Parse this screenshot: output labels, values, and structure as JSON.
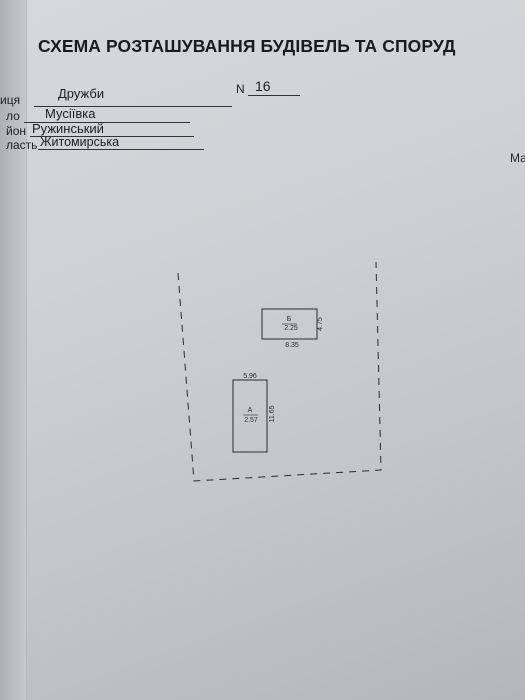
{
  "document": {
    "title": "СХЕМА РОЗТАШУВАННЯ БУДІВЕЛЬ ТА СПОРУД",
    "fields": {
      "street": {
        "label": "иця",
        "value": "Дружби"
      },
      "number": {
        "label": "N",
        "value": "16"
      },
      "village": {
        "label": "ло",
        "value": "Мусіївка"
      },
      "district": {
        "label": "йон",
        "value": "Ружинський"
      },
      "region": {
        "label": "ласть",
        "value": "Житомирська"
      }
    },
    "edge_text": "Ма"
  },
  "plan": {
    "building_a": {
      "letter": "А",
      "area": "2.57",
      "width": "5.96",
      "length": "11.65"
    },
    "building_b": {
      "letter": "Б",
      "area": "2.25",
      "width": "8.35",
      "length": "4.75"
    }
  },
  "colors": {
    "paper": "#d2d4d7",
    "ink": "#1b1b1f",
    "plan_line": "#2c2c2c"
  }
}
